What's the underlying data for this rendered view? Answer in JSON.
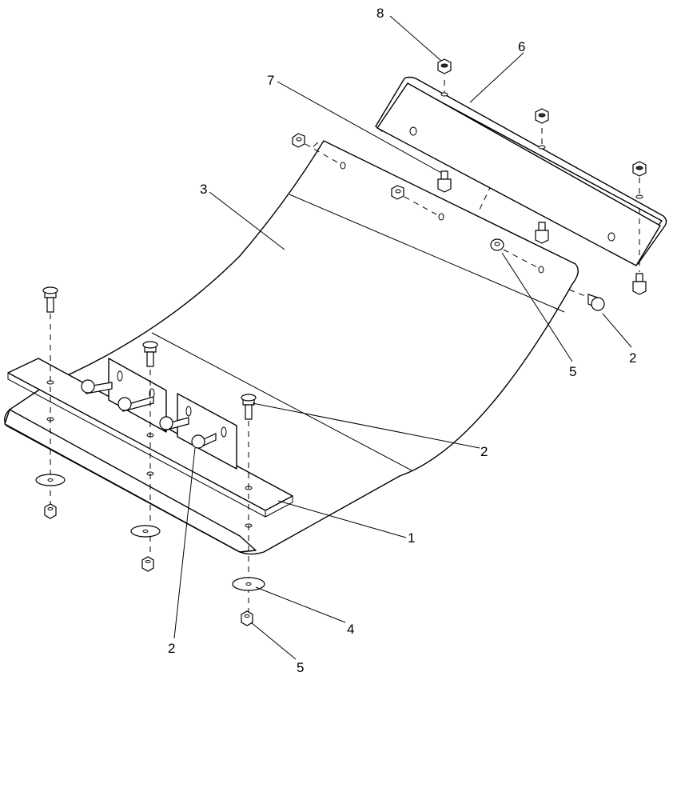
{
  "callouts": [
    {
      "id": "callout-8",
      "text": "8"
    },
    {
      "id": "callout-6",
      "text": "6"
    },
    {
      "id": "callout-7",
      "text": "7"
    },
    {
      "id": "callout-3",
      "text": "3"
    },
    {
      "id": "callout-2a",
      "text": "2"
    },
    {
      "id": "callout-5a",
      "text": "5"
    },
    {
      "id": "callout-2b",
      "text": "2"
    },
    {
      "id": "callout-1",
      "text": "1"
    },
    {
      "id": "callout-4",
      "text": "4"
    },
    {
      "id": "callout-2c",
      "text": "2"
    },
    {
      "id": "callout-5b",
      "text": "5"
    }
  ]
}
